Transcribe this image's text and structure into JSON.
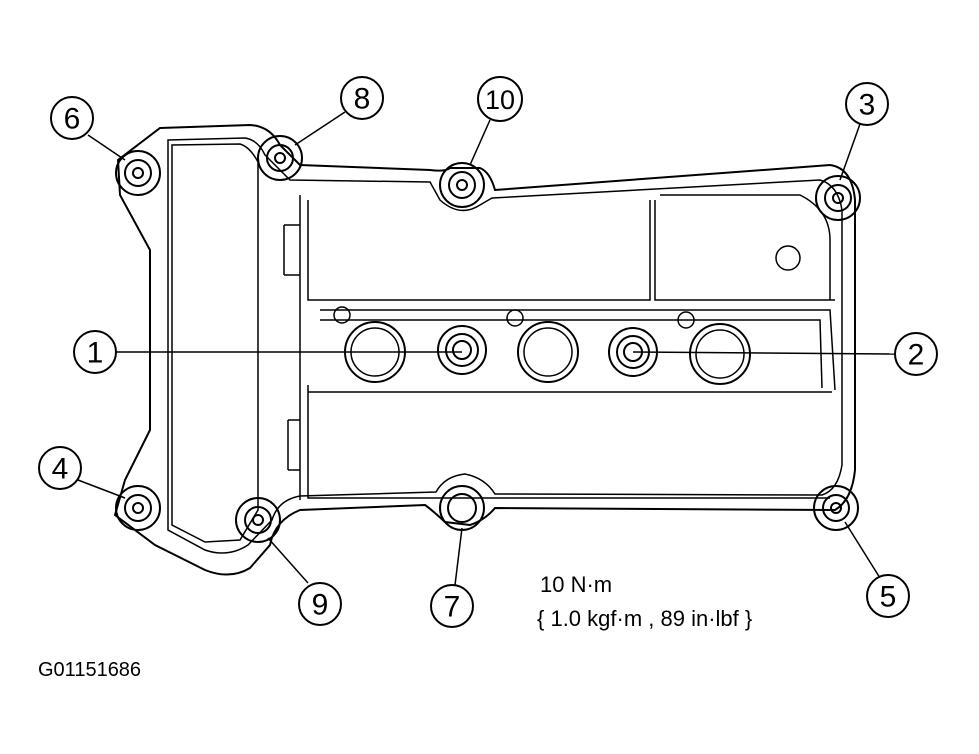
{
  "callouts": {
    "c1": "1",
    "c2": "2",
    "c3": "3",
    "c4": "4",
    "c5": "5",
    "c6": "6",
    "c7": "7",
    "c8": "8",
    "c9": "9",
    "c10": "10"
  },
  "torque_spec": {
    "line1": "10 N·m",
    "line2": "{ 1.0 kgf·m , 89 in·lbf }"
  },
  "figure_code": "G01151686"
}
